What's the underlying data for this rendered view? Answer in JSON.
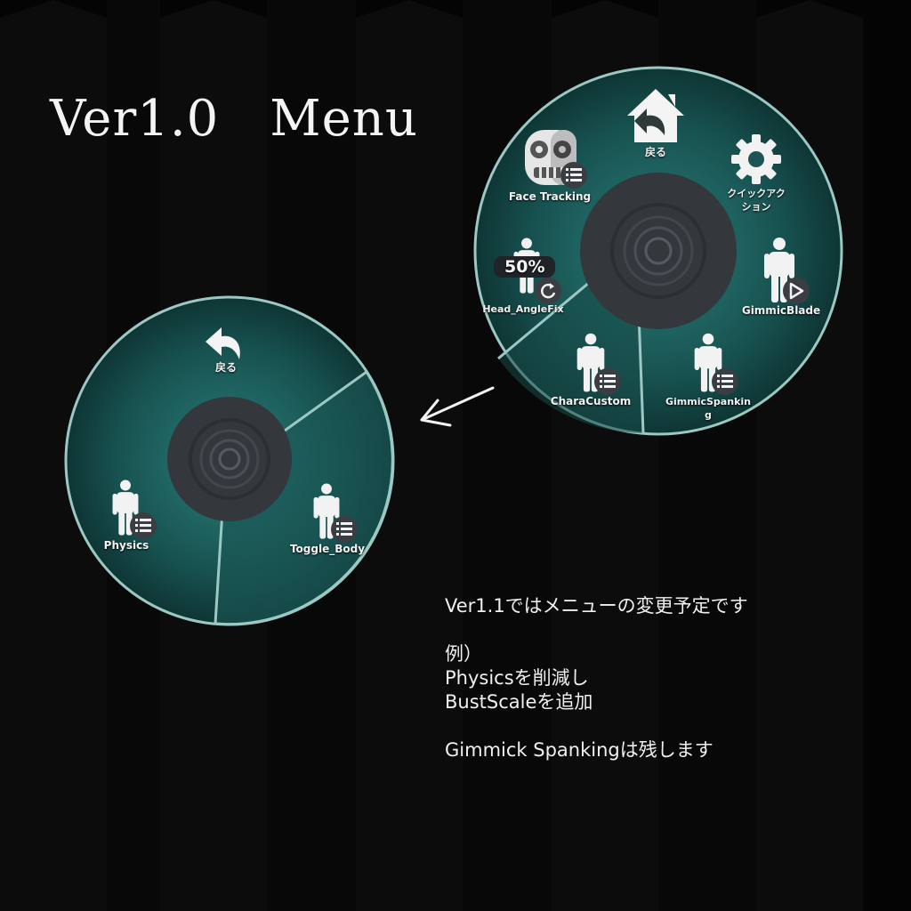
{
  "title": "Ver1.0　Menu",
  "main_menu": {
    "items": [
      {
        "label": "戻る",
        "icon": "home-back-icon"
      },
      {
        "label": "クイックアク\nション",
        "icon": "gear-icon"
      },
      {
        "label": "GimmicBlade",
        "icon": "person-play-icon"
      },
      {
        "label": "GimmicSpankin\ng",
        "icon": "person-submenu-icon"
      },
      {
        "label": "CharaCustom",
        "icon": "person-submenu-icon"
      },
      {
        "label": "Head_AngleFix",
        "icon": "person-radial-icon",
        "value": "50%"
      },
      {
        "label": "Face Tracking",
        "icon": "face-tracking-icon"
      }
    ]
  },
  "sub_menu": {
    "items": [
      {
        "label": "戻る",
        "icon": "back-arrow-icon"
      },
      {
        "label": "Toggle_Body",
        "icon": "person-submenu-icon"
      },
      {
        "label": "Physics",
        "icon": "person-submenu-icon"
      }
    ]
  },
  "notes": [
    "Ver1.1ではメニューの変更予定です",
    "",
    "例）",
    "Physicsを削減し",
    "BustScaleを追加",
    "",
    "Gimmick Spankingは残します"
  ],
  "colors": {
    "background": "#040404",
    "menu_teal": "#1d5e5c",
    "menu_rim": "#a8d0cc",
    "center_dark": "#34383c",
    "text": "#f2f2f2"
  }
}
